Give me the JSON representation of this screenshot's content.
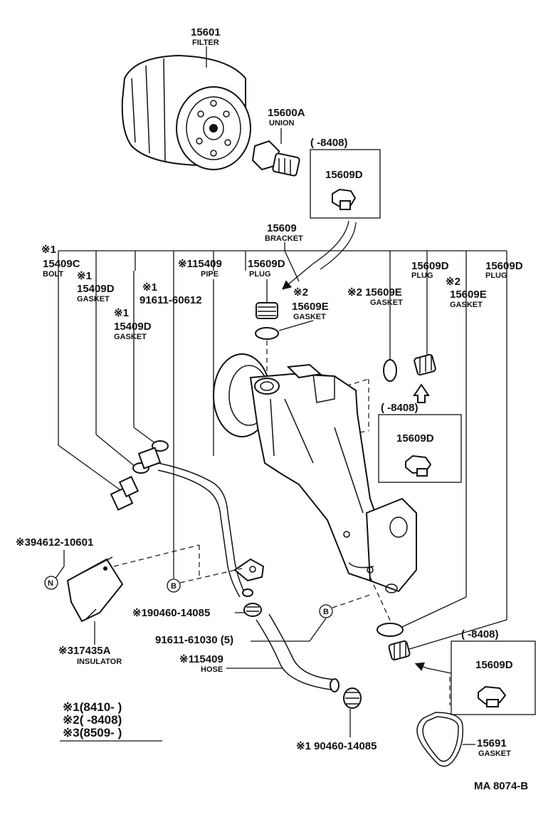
{
  "labels": {
    "filter_no": "15601",
    "filter_name": "FILTER",
    "union_no": "15600A",
    "union_name": "UNION",
    "box1_date": "(      -8408)",
    "box1_part": "15609D",
    "bracket_no": "15609",
    "bracket_name": "BRACKET",
    "mark_top": "※1",
    "bolt_no": "15409C",
    "bolt_name": "BOLT",
    "gasket1_mark": "※1",
    "gasket1_no": "15409D",
    "gasket1_name": "GASKET",
    "bolt2_mark": "※1",
    "bolt2_no": "91611-60612",
    "gasket2_mark": "※1",
    "gasket2_no": "15409D",
    "gasket2_name": "GASKET",
    "pipe_no": "※115409",
    "pipe_name": "PIPE",
    "plug1_no": "15609D",
    "plug1_name": "PLUG",
    "gasketE1_mark": "※2",
    "gasketE1_no": "15609E",
    "gasketE1_name": "GASKET",
    "gasketE2_no": "※2 15609E",
    "gasketE2_name": "GASKET",
    "plug2_no": "15609D",
    "plug2_name": "PLUG",
    "gasketE3_mark": "※2",
    "gasketE3_no": "15609E",
    "gasketE3_name": "GASKET",
    "plug3_no": "15609D",
    "plug3_name": "PLUG",
    "box2_date": "(      -8408)",
    "box2_part": "15609D",
    "screw_no": "※394612-10601",
    "circle_n": "N",
    "circle_b": "B",
    "insulator_no": "※317435A",
    "insulator_name": "INSULATOR",
    "clamp1_no": "※190460-14085",
    "bolt3_no": "91611-61030 (5)",
    "hose_no": "※115409",
    "hose_name": "HOSE",
    "clamp2_no": "※1 90460-14085",
    "box3_date": "(      -8408)",
    "box3_part": "15609D",
    "gasket_large_no": "15691",
    "gasket_large_name": "GASKET",
    "legend1": "※1(8410-      )",
    "legend2": "※2(      -8408)",
    "legend3": "※3(8509-      )",
    "figure_id": "MA  8074-B"
  },
  "colors": {
    "ink": "#111111",
    "paper": "#ffffff"
  }
}
